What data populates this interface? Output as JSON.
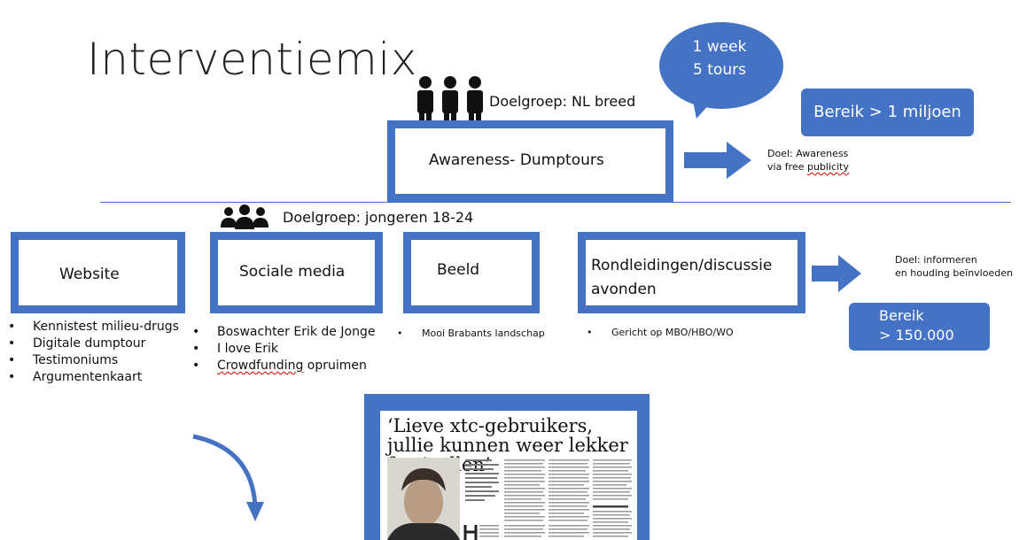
{
  "title": "Interventiemix",
  "bubble": {
    "line1": "1 week",
    "line2": "5 tours"
  },
  "top": {
    "doelgroep": "Doelgroep: NL breed",
    "box": "Awareness- Dumptours",
    "doel_line1": "Doel: Awareness",
    "doel_line2_pre": "via free ",
    "doel_line2_squiggle": "publicity",
    "bereik": "Bereik > 1 miljoen"
  },
  "bottom": {
    "doelgroep": "Doelgroep: jongeren 18-24",
    "boxes": {
      "website": "Website",
      "sociale": "Sociale media",
      "beeld": "Beeld",
      "rond": "Rondleidingen/discussie avonden"
    },
    "website_bullets": [
      "Kennistest milieu-drugs",
      "Digitale dumptour",
      "Testimoniums",
      "Argumentenkaart"
    ],
    "sociale_bullets": {
      "b1": "Boswachter Erik de Jonge",
      "b2": "I love Erik",
      "b3_squiggle": "Crowdfunding",
      "b3_rest": " opruimen"
    },
    "beeld_bullet": "Mooi Brabants landschap",
    "rond_bullet": "Gericht op MBO/HBO/WO",
    "doel_line1": "Doel: informeren",
    "doel_line2": "en houding beïnvloeden",
    "bereik_line1": "Bereik",
    "bereik_line2": "> 150.000"
  },
  "article": {
    "headline": "‘Lieve xtc-gebruikers, jullie kunnen weer lekker festivallen’"
  },
  "colors": {
    "accent": "#4472c4"
  }
}
